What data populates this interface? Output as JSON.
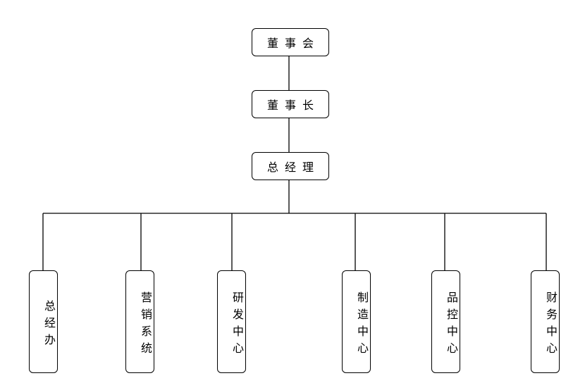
{
  "diagram": {
    "top": [
      {
        "id": "board",
        "label": "董事会"
      },
      {
        "id": "chairman",
        "label": "董事长"
      },
      {
        "id": "gm",
        "label": "总经理"
      }
    ],
    "departments": [
      {
        "id": "gm-office",
        "label": "总经办"
      },
      {
        "id": "sales",
        "label": "营销系统"
      },
      {
        "id": "rnd",
        "label": "研发中心"
      },
      {
        "id": "manufacturing",
        "label": "制造中心"
      },
      {
        "id": "quality",
        "label": "品控中心"
      },
      {
        "id": "finance",
        "label": "财务中心"
      }
    ],
    "edges": [
      [
        "board",
        "chairman"
      ],
      [
        "chairman",
        "gm"
      ],
      [
        "gm",
        "gm-office"
      ],
      [
        "gm",
        "sales"
      ],
      [
        "gm",
        "rnd"
      ],
      [
        "gm",
        "manufacturing"
      ],
      [
        "gm",
        "quality"
      ],
      [
        "gm",
        "finance"
      ]
    ],
    "line_color": "#000000",
    "box_fill": "#ffffff"
  }
}
